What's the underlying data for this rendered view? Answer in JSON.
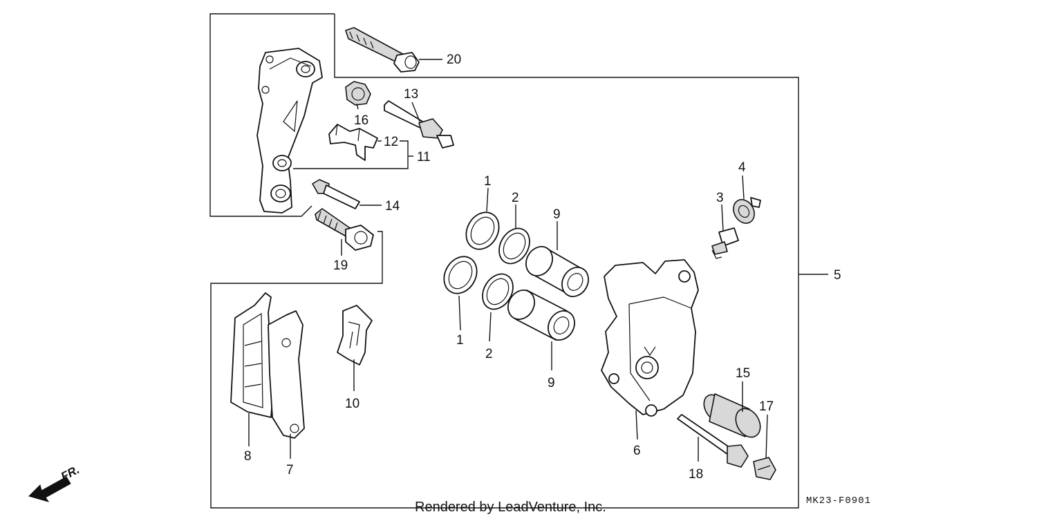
{
  "diagram": {
    "callouts": [
      {
        "id": "c20",
        "label": "20"
      },
      {
        "id": "c16",
        "label": "16"
      },
      {
        "id": "c13",
        "label": "13"
      },
      {
        "id": "c12",
        "label": "12"
      },
      {
        "id": "c11",
        "label": "11"
      },
      {
        "id": "c14",
        "label": "14"
      },
      {
        "id": "c19",
        "label": "19"
      },
      {
        "id": "c1a",
        "label": "1"
      },
      {
        "id": "c2a",
        "label": "2"
      },
      {
        "id": "c9a",
        "label": "9"
      },
      {
        "id": "c1b",
        "label": "1"
      },
      {
        "id": "c2b",
        "label": "2"
      },
      {
        "id": "c9b",
        "label": "9"
      },
      {
        "id": "c4",
        "label": "4"
      },
      {
        "id": "c3",
        "label": "3"
      },
      {
        "id": "c5",
        "label": "5"
      },
      {
        "id": "c15",
        "label": "15"
      },
      {
        "id": "c17",
        "label": "17"
      },
      {
        "id": "c6",
        "label": "6"
      },
      {
        "id": "c18",
        "label": "18"
      },
      {
        "id": "c10",
        "label": "10"
      },
      {
        "id": "c8",
        "label": "8"
      },
      {
        "id": "c7",
        "label": "7"
      }
    ],
    "front_marker": "FR.",
    "credit": "Rendered by LeadVenture, Inc.",
    "diagram_code": "MK23-F0901"
  }
}
